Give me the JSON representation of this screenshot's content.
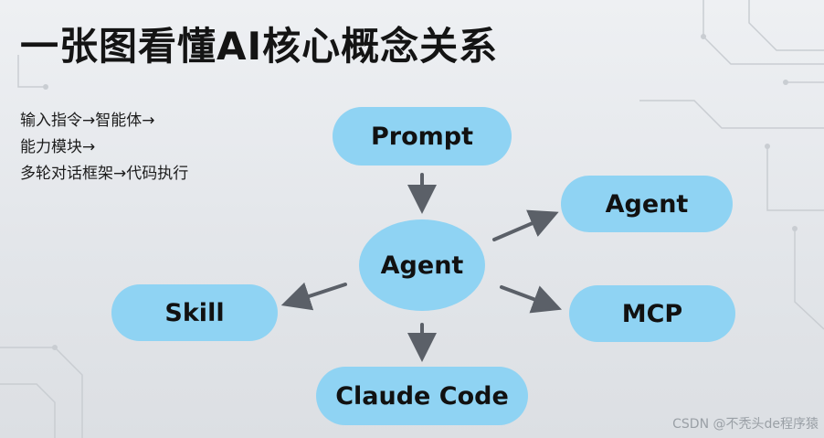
{
  "title": "一张图看懂AI核心概念关系",
  "notes": [
    "输入指令→智能体→",
    "能力模块→",
    "多轮对话框架→代码执行"
  ],
  "nodes": {
    "prompt": "Prompt",
    "agent_center": "Agent",
    "agent_right": "Agent",
    "mcp": "MCP",
    "skill": "Skill",
    "claude_code": "Claude Code"
  },
  "watermark": "CSDN @不秃头de程序猿",
  "colors": {
    "node_fill": "#8fd3f3",
    "arrow": "#5b6068",
    "text": "#141414"
  }
}
